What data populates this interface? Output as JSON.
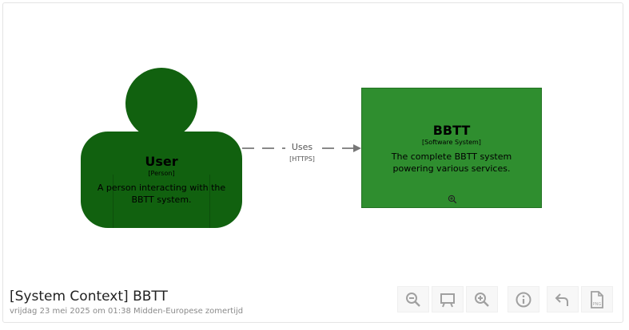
{
  "diagram": {
    "title": "[System Context] BBTT",
    "date": "vrijdag 23 mei 2025 om 01:38 Midden-Europese zomertijd"
  },
  "person": {
    "name": "User",
    "type": "[Person]",
    "description_line1": "A person interacting with the",
    "description_line2": "BBTT system.",
    "color": "#11610f"
  },
  "system": {
    "name": "BBTT",
    "type": "[Software System]",
    "description_line1": "The complete BBTT system",
    "description_line2": "powering various services.",
    "color": "#2f8e2f",
    "icon": "zoom-in-icon"
  },
  "relationship": {
    "label": "Uses",
    "technology": "[HTTPS]"
  },
  "toolbar": {
    "buttons": [
      "zoom-out-icon",
      "fit-presentation-icon",
      "zoom-in-icon",
      "info-icon",
      "undo-icon",
      "export-png-icon"
    ],
    "export_label": "PNG"
  }
}
